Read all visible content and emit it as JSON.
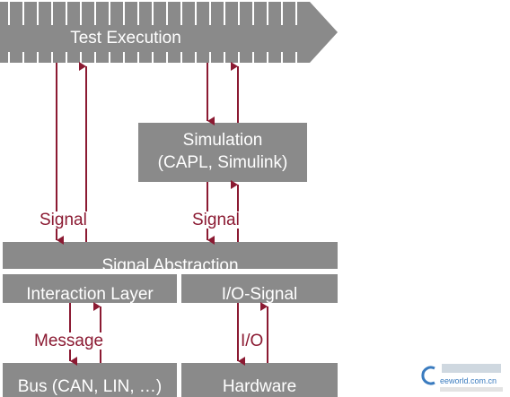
{
  "test_execution": {
    "label": "Test Execution"
  },
  "simulation": {
    "line1": "Simulation",
    "line2": "(CAPL, Simulink)"
  },
  "signal_abstraction": {
    "label": "Signal Abstraction"
  },
  "interaction_layer": {
    "label": "Interaction Layer"
  },
  "io_signal": {
    "label": "I/O-Signal"
  },
  "bus": {
    "label": "Bus (CAN, LIN, …)"
  },
  "hardware": {
    "label": "Hardware"
  },
  "flow_labels": {
    "signal_left": "Signal",
    "signal_right": "Signal",
    "message": "Message",
    "io": "I/O"
  },
  "watermark": {
    "text": "eeworld.com.cn"
  },
  "colors": {
    "box": "#8a8a8a",
    "arrow": "#8b1a32",
    "text_light": "#ffffff"
  }
}
